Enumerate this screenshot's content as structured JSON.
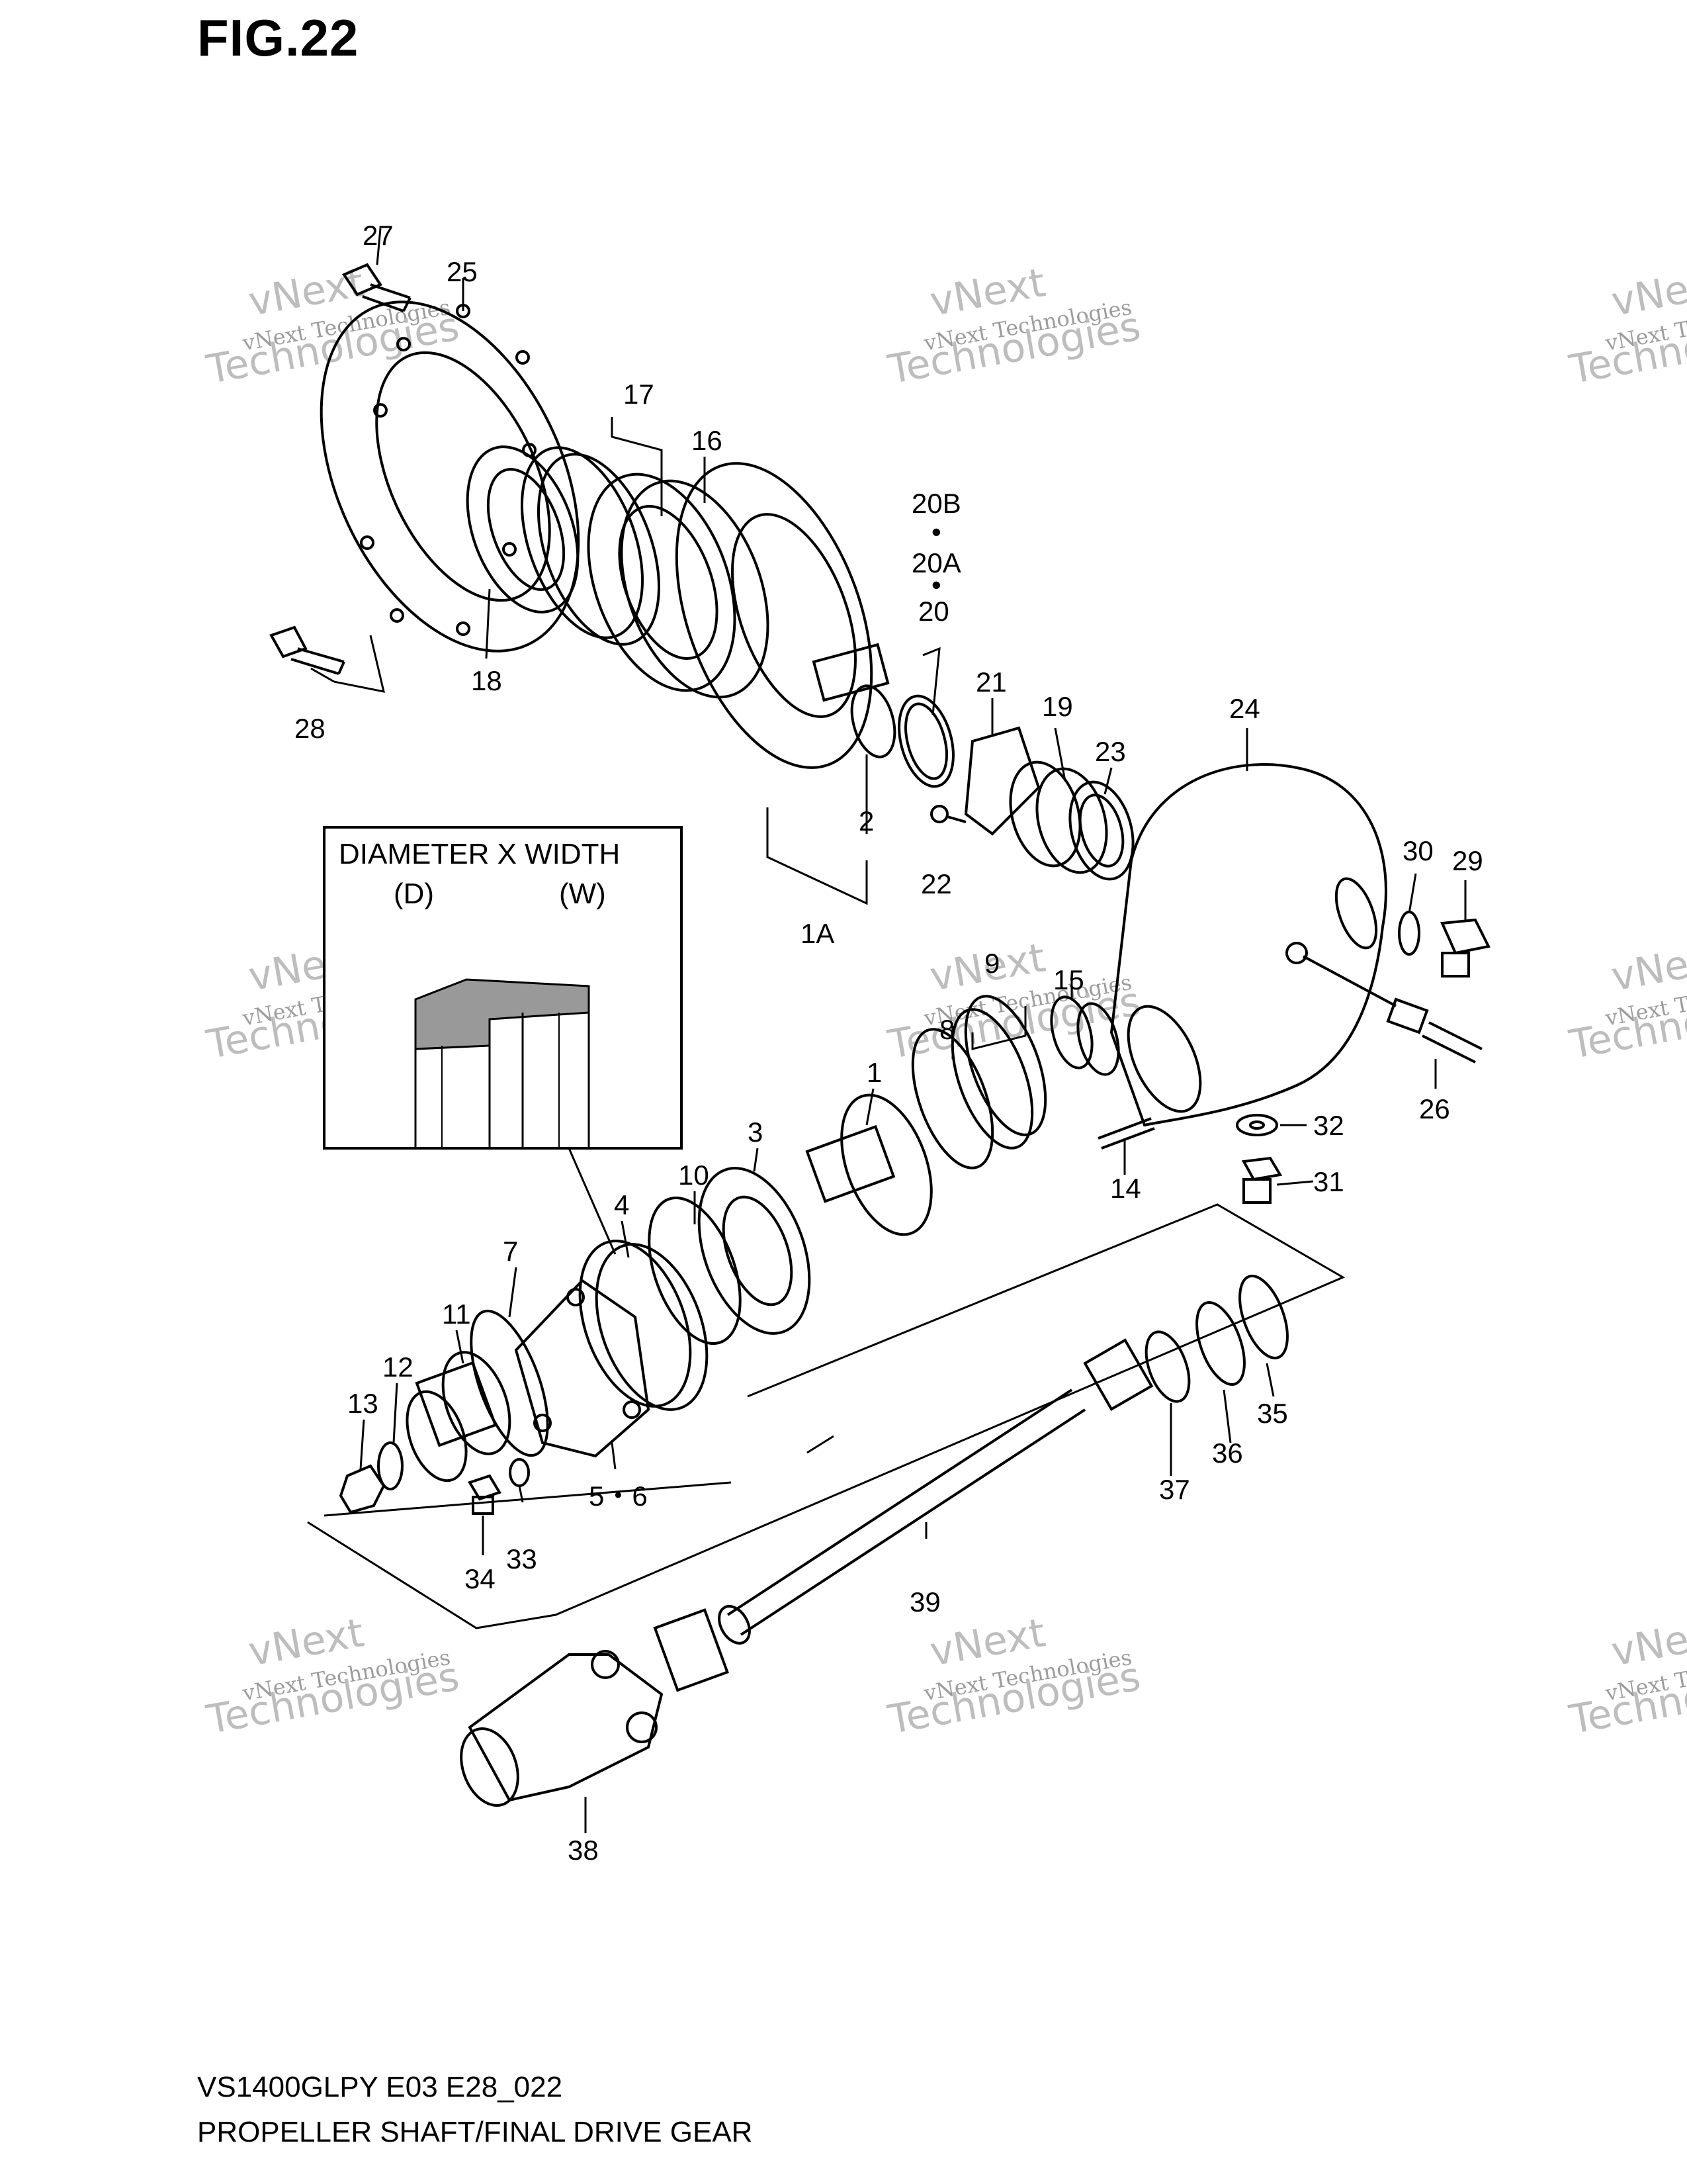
{
  "figure": {
    "title": "FIG.22",
    "model_code": "VS1400GLPY E03 E28_022",
    "caption": "PROPELLER SHAFT/FINAL DRIVE GEAR"
  },
  "inset": {
    "heading": "DIAMETER X WIDTH",
    "label_d": "(D)",
    "label_w": "(W)"
  },
  "watermark": {
    "brand_top": "vNext",
    "brand_line": "vNext Technologies",
    "brand_bottom": "Technologies"
  },
  "callouts": {
    "c1": "1",
    "c1a": "1A",
    "c2": "2",
    "c3": "3",
    "c4": "4",
    "c56": "5・6",
    "c7": "7",
    "c8": "8",
    "c9": "9",
    "c10": "10",
    "c11": "11",
    "c12": "12",
    "c13": "13",
    "c14": "14",
    "c15": "15",
    "c16": "16",
    "c17": "17",
    "c18": "18",
    "c19": "19",
    "c20": "20",
    "c20a": "20A",
    "c20b": "20B",
    "c21": "21",
    "c22": "22",
    "c23": "23",
    "c24": "24",
    "c25": "25",
    "c26": "26",
    "c27": "27",
    "c28": "28",
    "c29": "29",
    "c30": "30",
    "c31": "31",
    "c32": "32",
    "c33": "33",
    "c34": "34",
    "c35": "35",
    "c36": "36",
    "c37": "37",
    "c38": "38",
    "c39": "39",
    "dot_top": "•",
    "dot_bottom": "•"
  }
}
